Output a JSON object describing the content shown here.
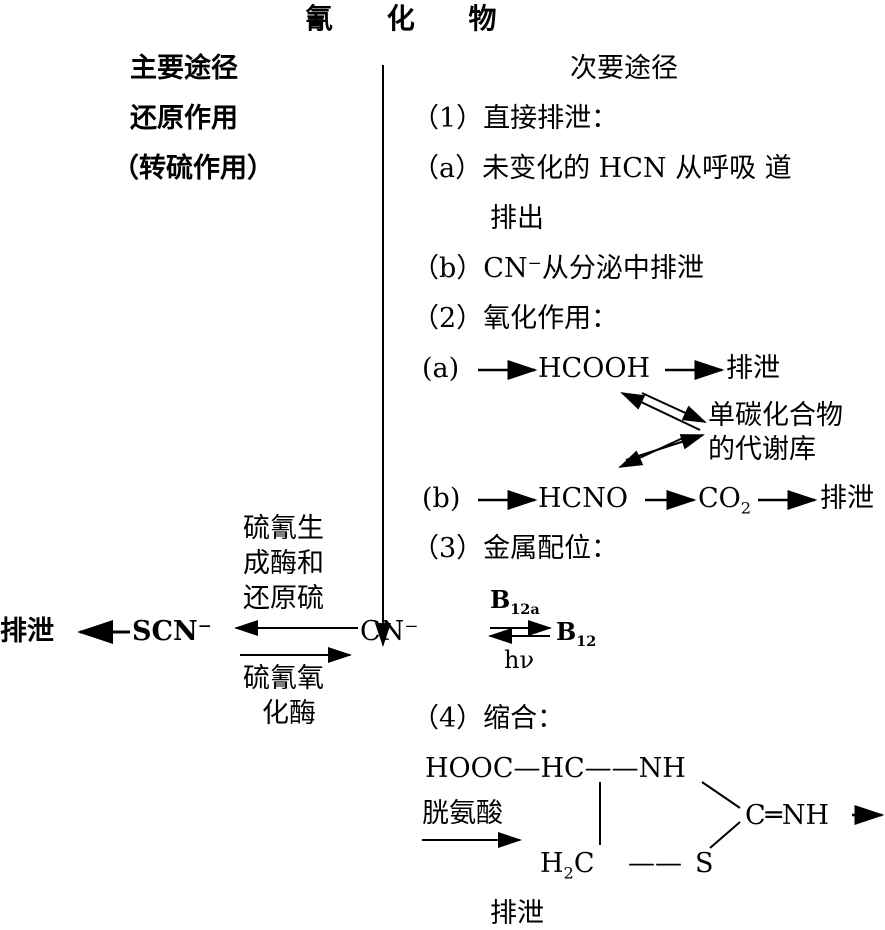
{
  "title": "氰 化 物",
  "main_path": {
    "heading": "主要途径",
    "line1": "还原作用",
    "line2": "（转硫作用）"
  },
  "minor_path": {
    "heading": "次要途径",
    "s1": "（1）直接排泄：",
    "s1a": "（a）未变化的 HCN 从呼吸 道",
    "s1a_cont": "排出",
    "s1b": "（b）CN⁻从分泌中排泄",
    "s2": "（2）氧化作用：",
    "s2a_label": "(a)",
    "s2a_product": "HCOOH",
    "s2a_end": "排泄",
    "pool_line1": "单碳化合物",
    "pool_line2": "的代谢库",
    "s2b_label": "(b)",
    "s2b_product": "HCNO",
    "s2b_co2": "CO",
    "s2b_co2_sub": "2",
    "s2b_end": "排泄",
    "s3": "（3）金属配位：",
    "b12a": "B",
    "b12a_sub": "12a",
    "b12": "B",
    "b12_sub": "12",
    "hv": "hν",
    "s4": "（4）缩合：",
    "hooc": "HOOC—HC——NH",
    "cystine": "胱氨酸",
    "c_nh": "C═NH",
    "h2c": "H",
    "h2c_sub": "2",
    "h2c_c": "C",
    "s_atom": "S",
    "final_end": "排泄"
  },
  "center": {
    "enzyme_top": [
      "硫氰生",
      "成酶和",
      "还原硫"
    ],
    "enzyme_bottom": [
      "硫氰氧",
      "化酶"
    ],
    "cn": "CN⁻",
    "scn": "SCN⁻",
    "excrete": "排泄"
  }
}
